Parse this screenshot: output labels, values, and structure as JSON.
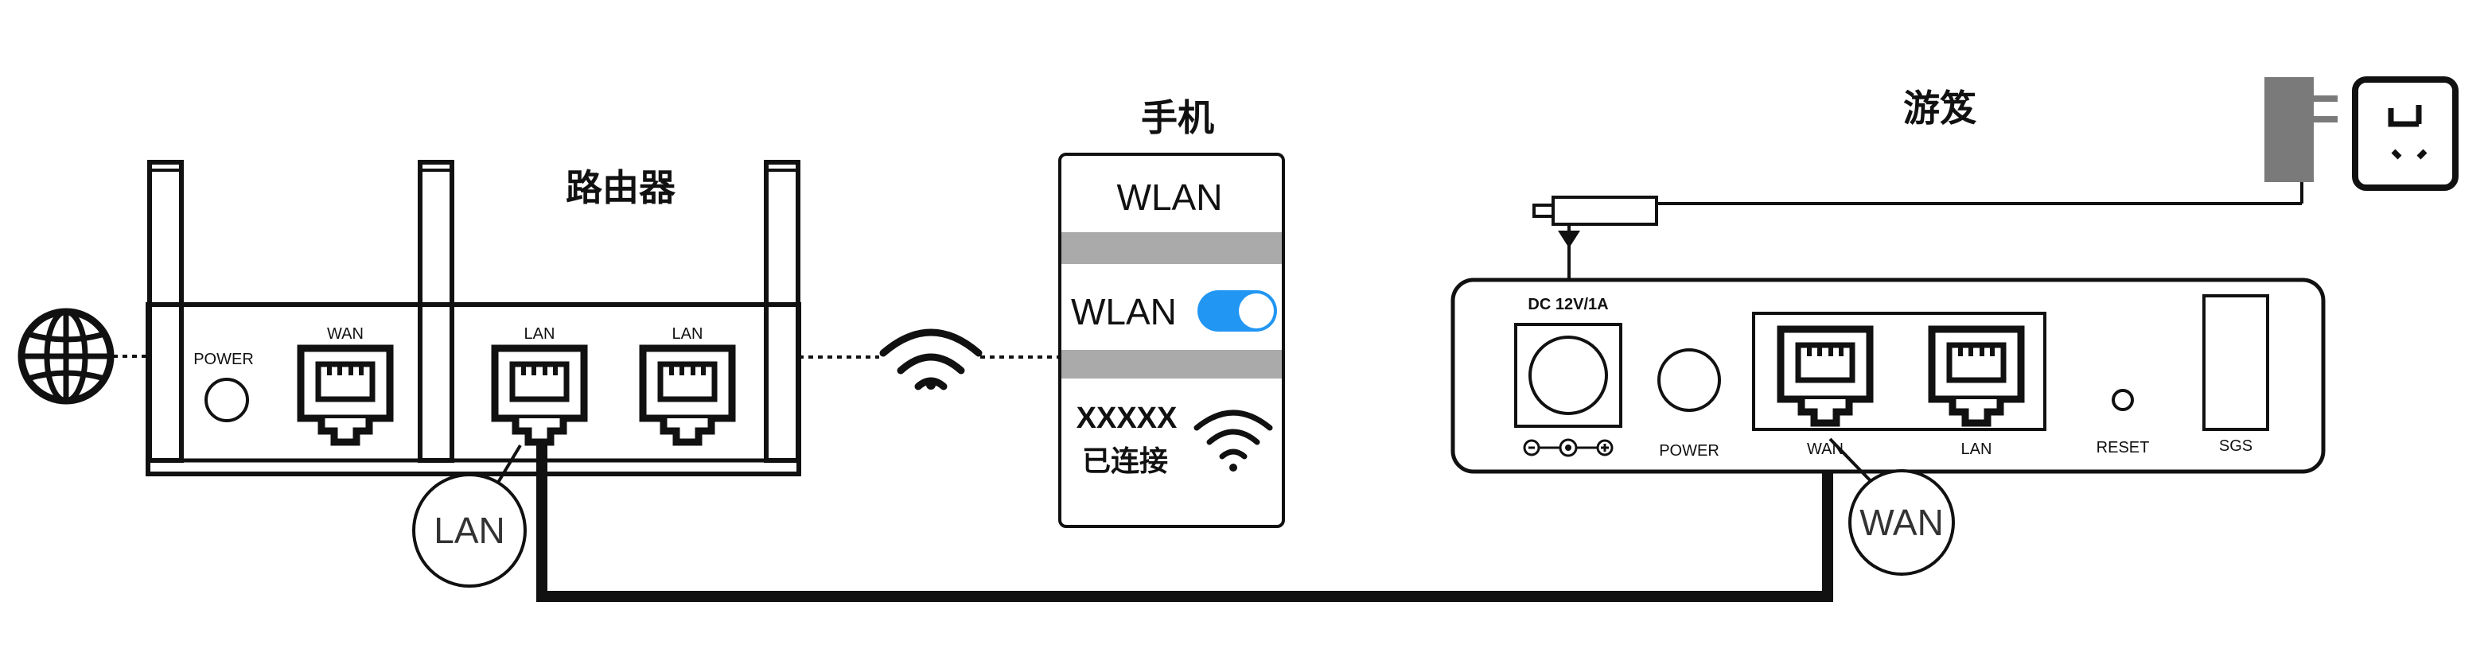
{
  "titles": {
    "router": "路由器",
    "phone": "手机",
    "console": "游笈"
  },
  "router": {
    "power_label": "POWER",
    "wan_label": "WAN",
    "lan1_label": "LAN",
    "lan2_label": "LAN",
    "callout": "LAN"
  },
  "phone": {
    "header": "WLAN",
    "toggle_label": "WLAN",
    "network_name": "XXXXX",
    "network_status": "已连接"
  },
  "console": {
    "dc_label": "DC 12V/1A",
    "power_label": "POWER",
    "wan_label": "WAN",
    "lan_label": "LAN",
    "reset_label": "RESET",
    "sgs_label": "SGS",
    "callout": "WAN"
  },
  "colors": {
    "stroke": "#111111",
    "toggle": "#2196f3",
    "phone_bar": "#aaaaaa",
    "adapter": "#7a7a7a"
  }
}
